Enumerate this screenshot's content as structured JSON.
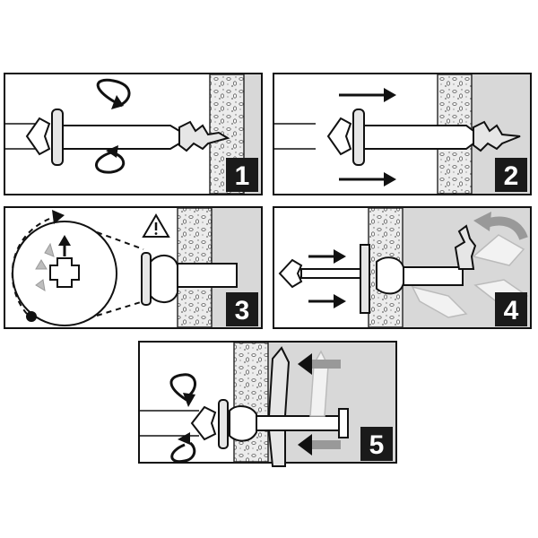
{
  "steps": [
    {
      "number": "1"
    },
    {
      "number": "2"
    },
    {
      "number": "3",
      "warning_icon": "warning-triangle-icon"
    },
    {
      "number": "4"
    },
    {
      "number": "5"
    }
  ],
  "colors": {
    "frame": "#111111",
    "wall": "#e9e9e9",
    "cavity": "#d8d8d8",
    "number_box": "#1a1a1a",
    "number_text": "#ffffff"
  }
}
